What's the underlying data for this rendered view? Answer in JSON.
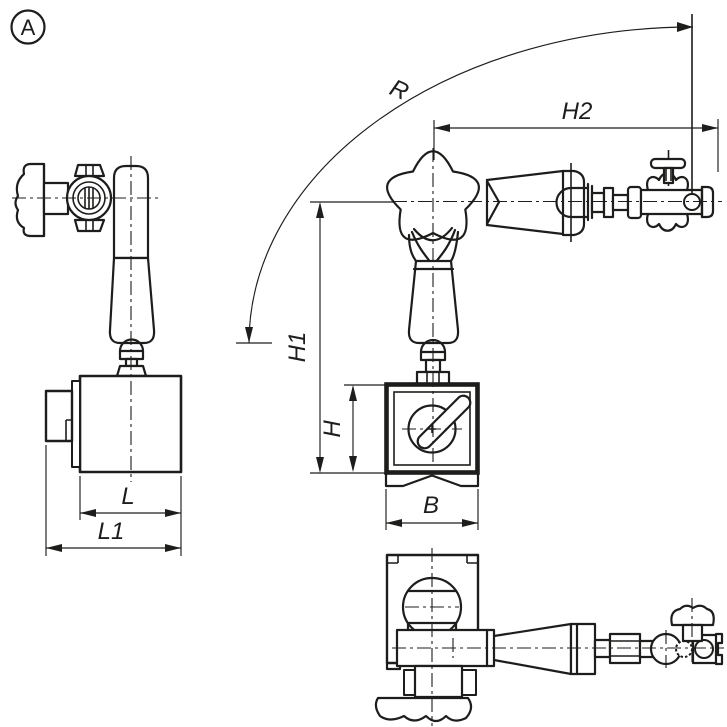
{
  "drawing": {
    "type": "technical-line-drawing",
    "subject": "magnetic base articulated indicator holder, three projection views"
  },
  "labels": {
    "view": "A",
    "radius": "R",
    "reach": "H2",
    "height_total": "H1",
    "base_height": "H",
    "base_width": "B",
    "base_length": "L",
    "base_length_overall": "L1"
  },
  "colors": {
    "line": "#1d1d1b",
    "background": "#ffffff"
  }
}
